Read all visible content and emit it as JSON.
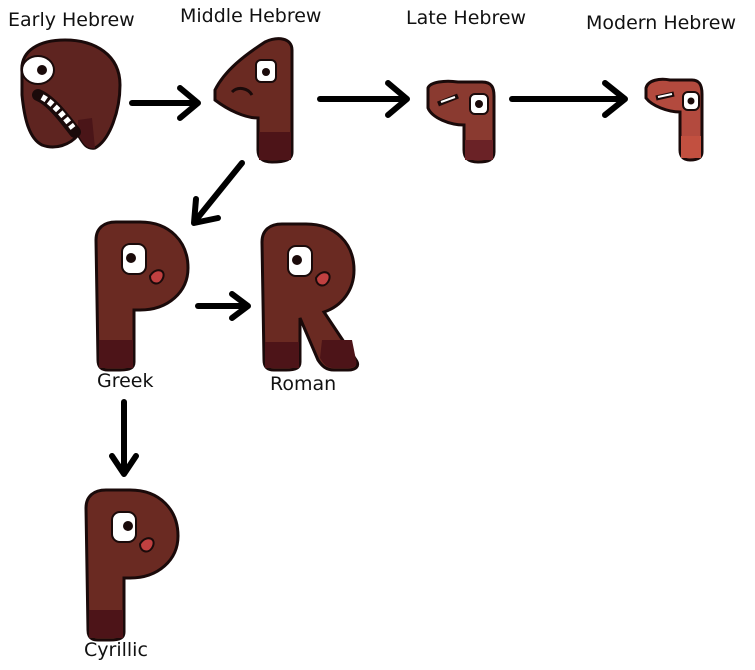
{
  "stages": [
    {
      "id": "early-hebrew",
      "label": "Early Hebrew"
    },
    {
      "id": "middle-hebrew",
      "label": "Middle Hebrew"
    },
    {
      "id": "late-hebrew",
      "label": "Late Hebrew"
    },
    {
      "id": "modern-hebrew",
      "label": "Modern Hebrew"
    },
    {
      "id": "greek",
      "label": "Greek"
    },
    {
      "id": "roman",
      "label": "Roman"
    },
    {
      "id": "cyrillic",
      "label": "Cyrillic"
    }
  ],
  "colors": {
    "body": "#6a2a22",
    "body_light": "#b34a3e",
    "body_dark": "#4d1818",
    "bottom_band": "#5a1a1e",
    "outline": "#1a0a0a",
    "eye_white": "#ffffff",
    "arrow": "#000000",
    "text": "#111111"
  }
}
